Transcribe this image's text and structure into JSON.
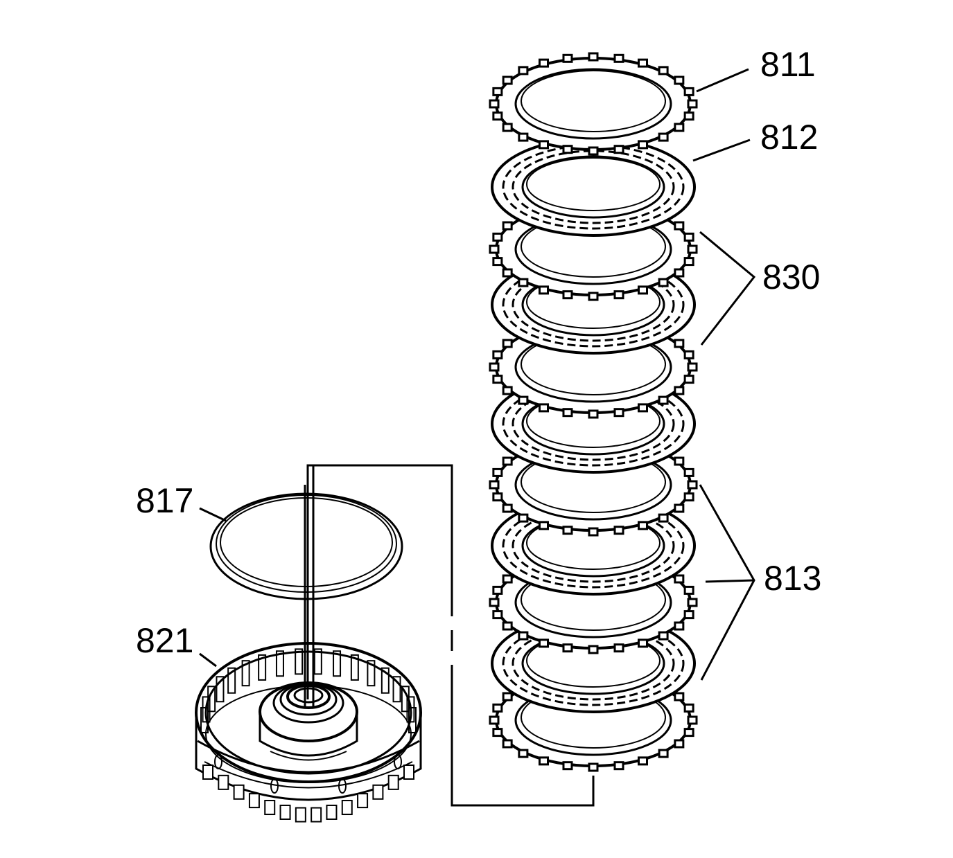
{
  "callouts": {
    "c811": "811",
    "c812": "812",
    "c830": "830",
    "c813": "813",
    "c817": "817",
    "c821": "821"
  },
  "colors": {
    "line": "#000000",
    "background": "#ffffff"
  }
}
